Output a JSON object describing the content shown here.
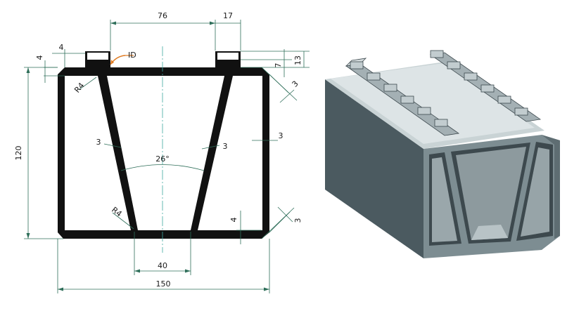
{
  "drawing": {
    "dimensions": {
      "top_span": "76",
      "slot_width": "17",
      "left_offset": "4",
      "left_step": "4",
      "height_total": "13",
      "height_inner": "7",
      "chamfer_top": "3",
      "overall_height": "120",
      "web_left": "3",
      "web_right": "3",
      "wall_right": "3",
      "angle": "26°",
      "bottom_step": "4",
      "chamfer_bottom": "3",
      "bottom_gap": "40",
      "overall_width": "150",
      "radius_top": "R4",
      "radius_bottom": "R4"
    },
    "callout": "ID"
  },
  "colors": {
    "profile": "#111111",
    "dimension": "#2f6f5a",
    "centerline": "#3fa7a0",
    "callout": "#e07a20",
    "iso_dark": "#4b5a60",
    "iso_mid": "#7d8d92",
    "iso_light": "#c9d3d5"
  }
}
